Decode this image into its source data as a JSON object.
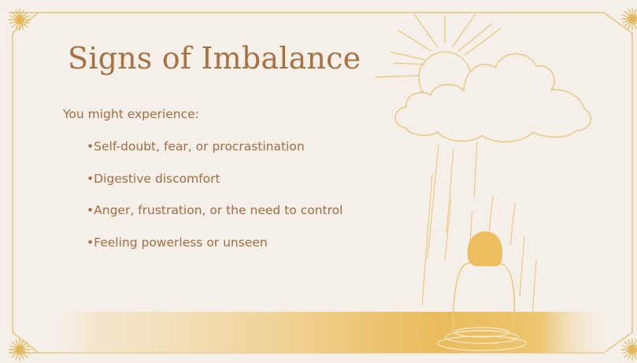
{
  "slide": {
    "title": "Signs of Imbalance",
    "intro": "You might experience:",
    "bullets": [
      "•Self-doubt, fear, or procrastination",
      "•Digestive discomfort",
      "•Anger, frustration, or the need to control",
      "•Feeling powerless or unseen"
    ]
  },
  "colors": {
    "background": "#f5efe9",
    "text": "#a56b3c",
    "title": "#a8713f",
    "line_art": "#e9c77a",
    "figure": "#ecbe5e",
    "ground": "#e8b85a"
  },
  "icons": [
    "corner-star-icon",
    "sun-icon",
    "cloud-icon",
    "rain-icon",
    "person-figure-icon"
  ]
}
